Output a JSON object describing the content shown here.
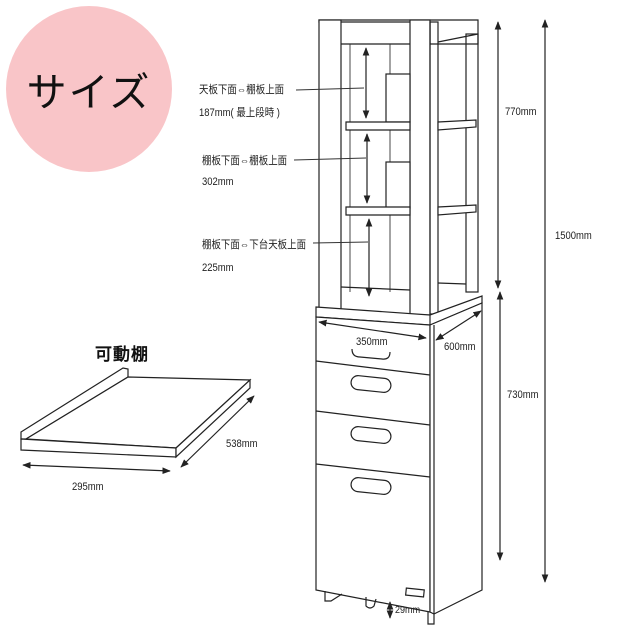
{
  "badge": {
    "label": "サイズ",
    "color": "#f9c5c8"
  },
  "shelf_callouts": [
    {
      "line1": "天板下面⇔棚板上面",
      "line2": "187mm( 最上段時 )"
    },
    {
      "line1": "棚板下面⇔棚板上面",
      "line2": "302mm"
    },
    {
      "line1": "棚板下面⇔下台天板上面",
      "line2": "225mm"
    }
  ],
  "dimensions": {
    "upper_height": "770mm",
    "total_height": "1500mm",
    "lower_height": "730mm",
    "width": "350mm",
    "depth": "600mm",
    "caster_clearance": "29mm"
  },
  "movable_shelf": {
    "title": "可動棚",
    "width": "295mm",
    "depth": "538mm"
  }
}
